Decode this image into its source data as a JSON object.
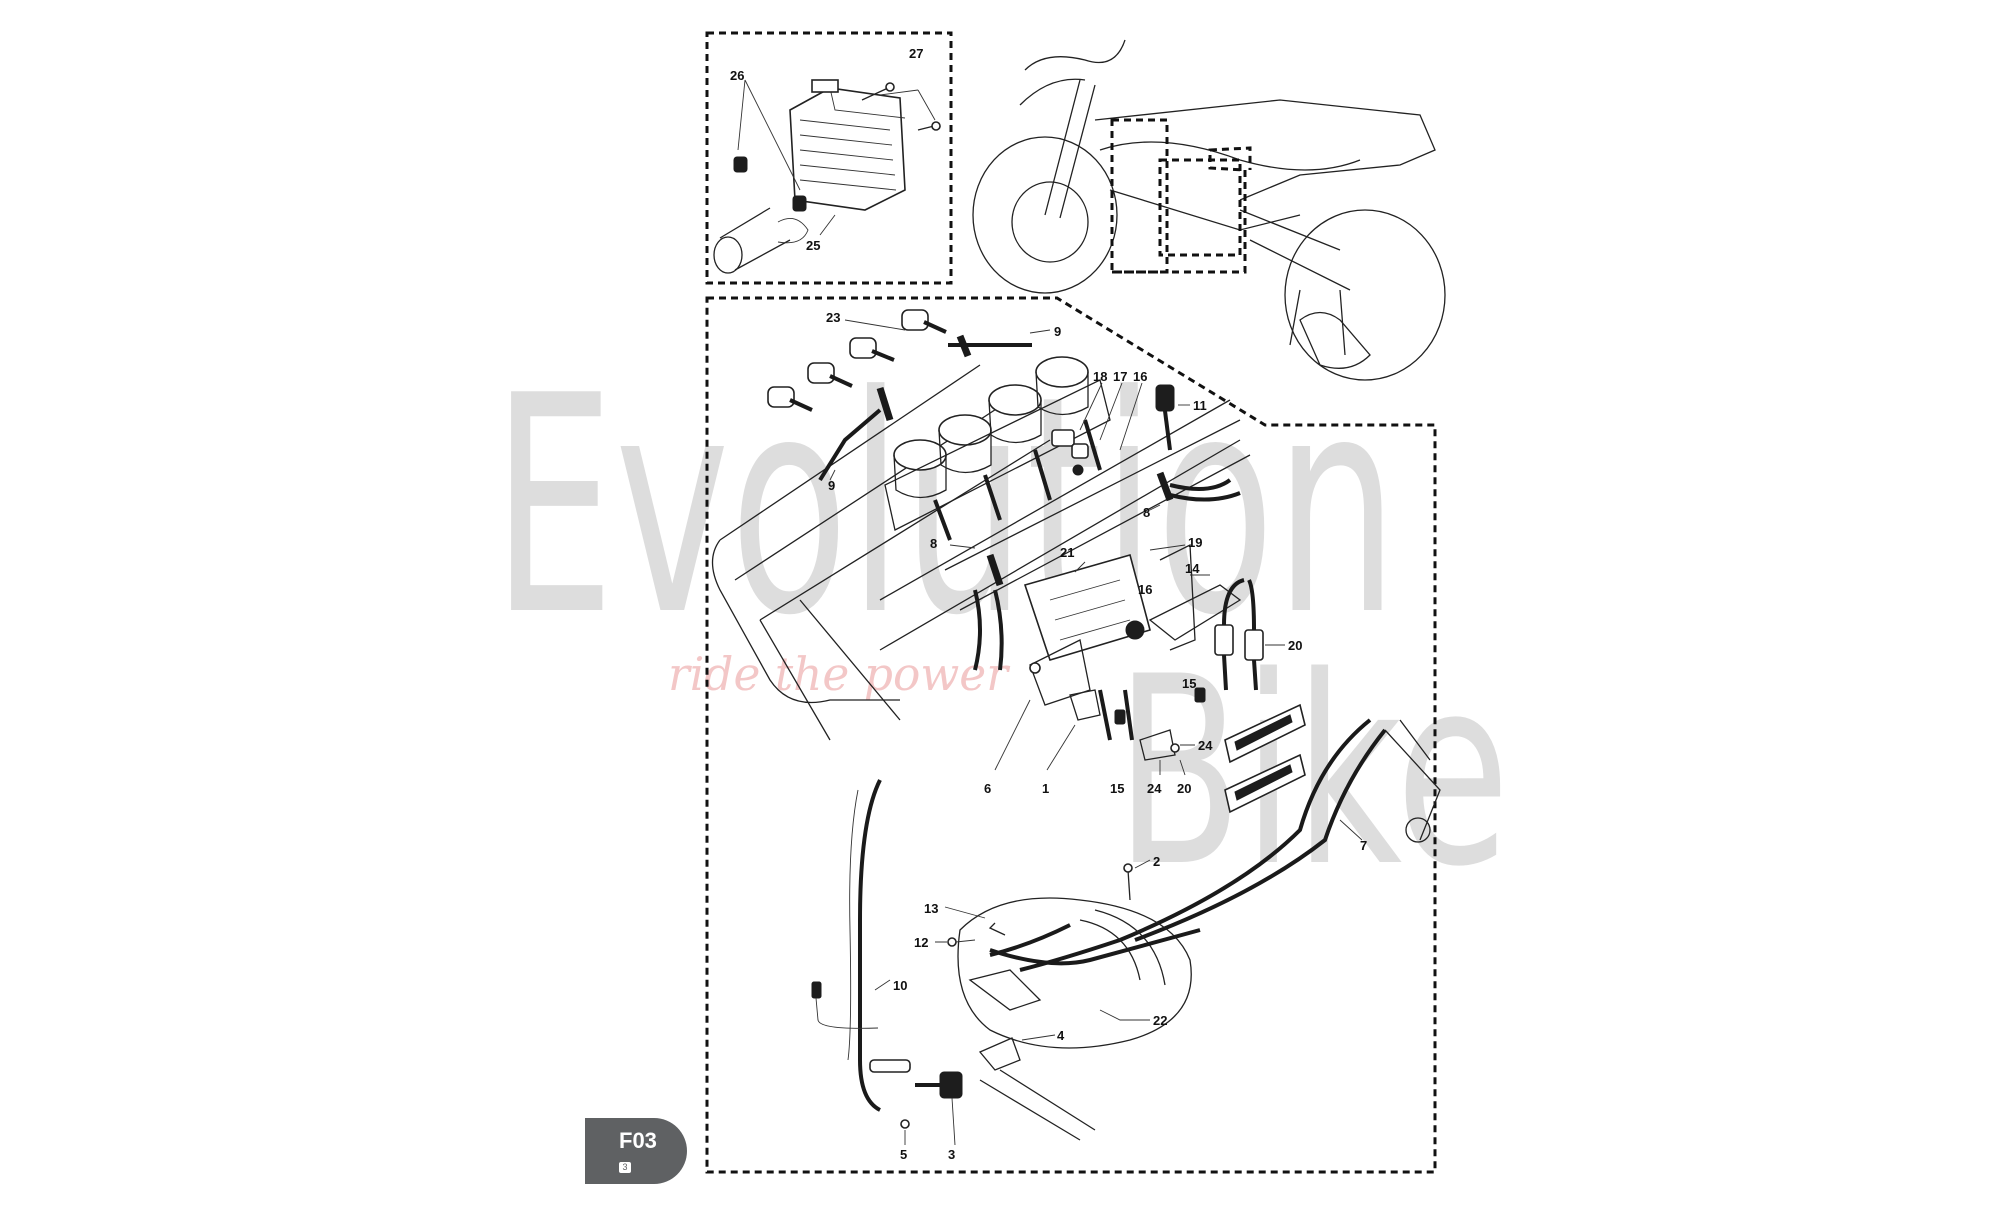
{
  "watermark": {
    "brand_word_1": "Evolution",
    "brand_word_2": "Bike",
    "tagline": "ride the power"
  },
  "page_badge": {
    "code": "F03",
    "sub": "3"
  },
  "callouts": {
    "n1": "1",
    "n2": "2",
    "n3": "3",
    "n4": "4",
    "n5": "5",
    "n6": "6",
    "n7": "7",
    "n8": "8",
    "n9": "9",
    "n10": "10",
    "n11": "11",
    "n12": "12",
    "n13": "13",
    "n14": "14",
    "n15": "15",
    "n16": "16",
    "n17": "17",
    "n18": "18",
    "n19": "19",
    "n20": "20",
    "n21": "21",
    "n22": "22",
    "n23": "23",
    "n24": "24",
    "n25": "25",
    "n26": "26",
    "n27": "27"
  },
  "colors": {
    "badge": "#5f6163",
    "watermark": "#d2d2d2",
    "tagline": "#ea9a9a",
    "line": "#222222"
  }
}
